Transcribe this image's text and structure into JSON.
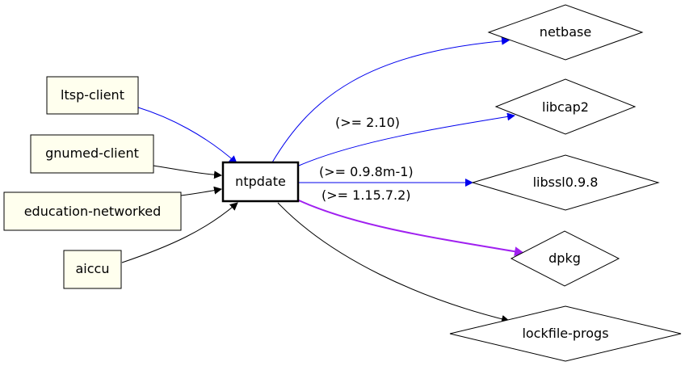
{
  "diagram": {
    "center": {
      "label": "ntpdate"
    },
    "reverse_dependencies": [
      {
        "label": "ltsp-client"
      },
      {
        "label": "gnumed-client"
      },
      {
        "label": "education-networked"
      },
      {
        "label": "aiccu"
      }
    ],
    "dependencies": [
      {
        "label": "netbase",
        "constraint": ""
      },
      {
        "label": "libcap2",
        "constraint": "(>= 2.10)"
      },
      {
        "label": "libssl0.9.8",
        "constraint": "(>= 0.9.8m-1)"
      },
      {
        "label": "dpkg",
        "constraint": "(>= 1.15.7.2)"
      },
      {
        "label": "lockfile-progs",
        "constraint": ""
      }
    ],
    "colors": {
      "background": "#ffffff",
      "rdep_fill": "#ffffee",
      "node_stroke": "#000000",
      "edge_blue": "#0000ee",
      "edge_purple": "#a020f0",
      "edge_black": "#000000"
    }
  }
}
